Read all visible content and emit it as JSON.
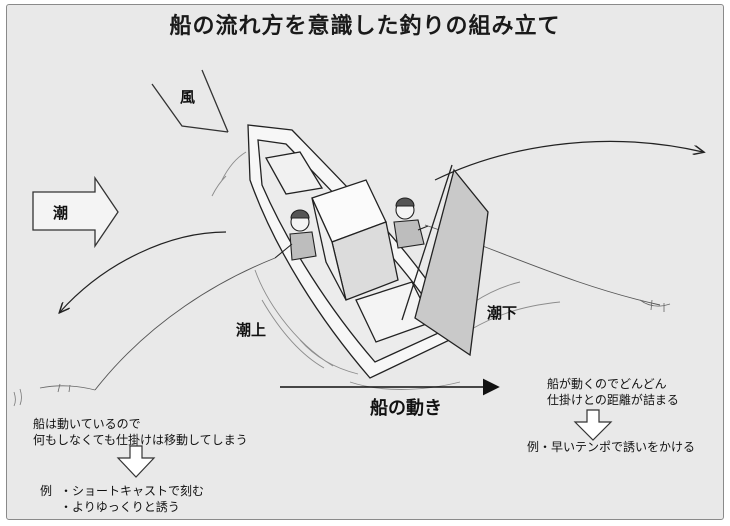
{
  "title": "船の流れ方を意識した釣りの組み立て",
  "labels": {
    "wind": "風",
    "tide": "潮",
    "upstream": "潮上",
    "downstream": "潮下",
    "boat_motion": "船の動き"
  },
  "left_note": {
    "line1": "船は動いているので",
    "line2": "何もしなくても仕掛けは移動してしまう",
    "example_prefix": "例",
    "example1": "・ショートキャストで刻む",
    "example2": "・よりゆっくりと誘う"
  },
  "right_note": {
    "line1": "船が動くのでどんどん",
    "line2": "仕掛けとの距離が詰まる",
    "example": "例・早いテンポで誘いをかける"
  }
}
